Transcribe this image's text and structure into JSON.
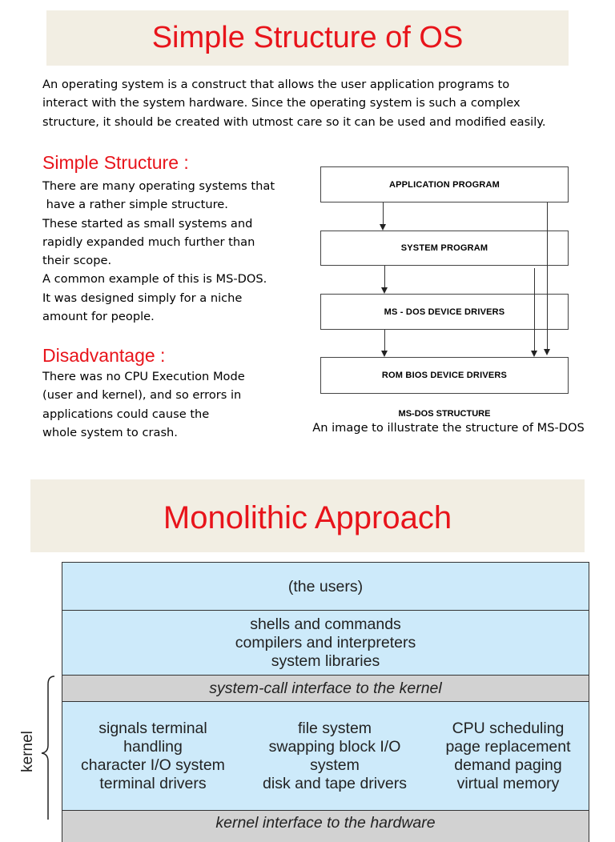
{
  "section1": {
    "title": "Simple Structure of OS",
    "intro": [
      "An operating system is a construct that allows the user application programs to",
      "interact with the system hardware. Since the operating system is such a complex",
      "structure, it should be created with utmost care so it can be used and modified easily."
    ],
    "simple_heading": "Simple Structure :",
    "simple_lines": [
      "There are many operating systems that",
      " have a rather simple structure.",
      "These started as small systems and",
      "rapidly expanded much further than",
      "their scope.",
      "A common example of this is MS-DOS.",
      "It was designed simply for a niche",
      "amount for people."
    ],
    "disadvantage_heading": "Disadvantage :",
    "disadvantage_lines": [
      "There was no CPU Execution Mode",
      "(user and kernel), and so errors in",
      "applications could cause the",
      "whole system to crash."
    ],
    "diagram": {
      "boxes": [
        "APPLICATION PROGRAM",
        "SYSTEM PROGRAM",
        "MS - DOS DEVICE DRIVERS",
        "ROM BIOS DEVICE DRIVERS"
      ],
      "label": "MS-DOS STRUCTURE",
      "caption": "An image to illustrate the structure of MS-DOS"
    }
  },
  "section2": {
    "title": "Monolithic Approach",
    "users": "(the users)",
    "shells": [
      "shells and commands",
      "compilers and interpreters",
      "system libraries"
    ],
    "syscall": "system-call interface to the kernel",
    "kernel_cols": [
      [
        "signals terminal",
        "handling",
        "character I/O system",
        "terminal drivers"
      ],
      [
        "file system",
        "swapping block I/O",
        "system",
        "disk and tape drivers"
      ],
      [
        "CPU scheduling",
        "page replacement",
        "demand paging",
        "virtual memory"
      ]
    ],
    "hw_interface": "kernel interface to the hardware",
    "kernel_label": "kernel"
  },
  "colors": {
    "accent_red": "#e8141b",
    "banner_bg": "#f2eee3",
    "layer_blue": "#cdeafa",
    "layer_gray": "#d2d2d2"
  }
}
